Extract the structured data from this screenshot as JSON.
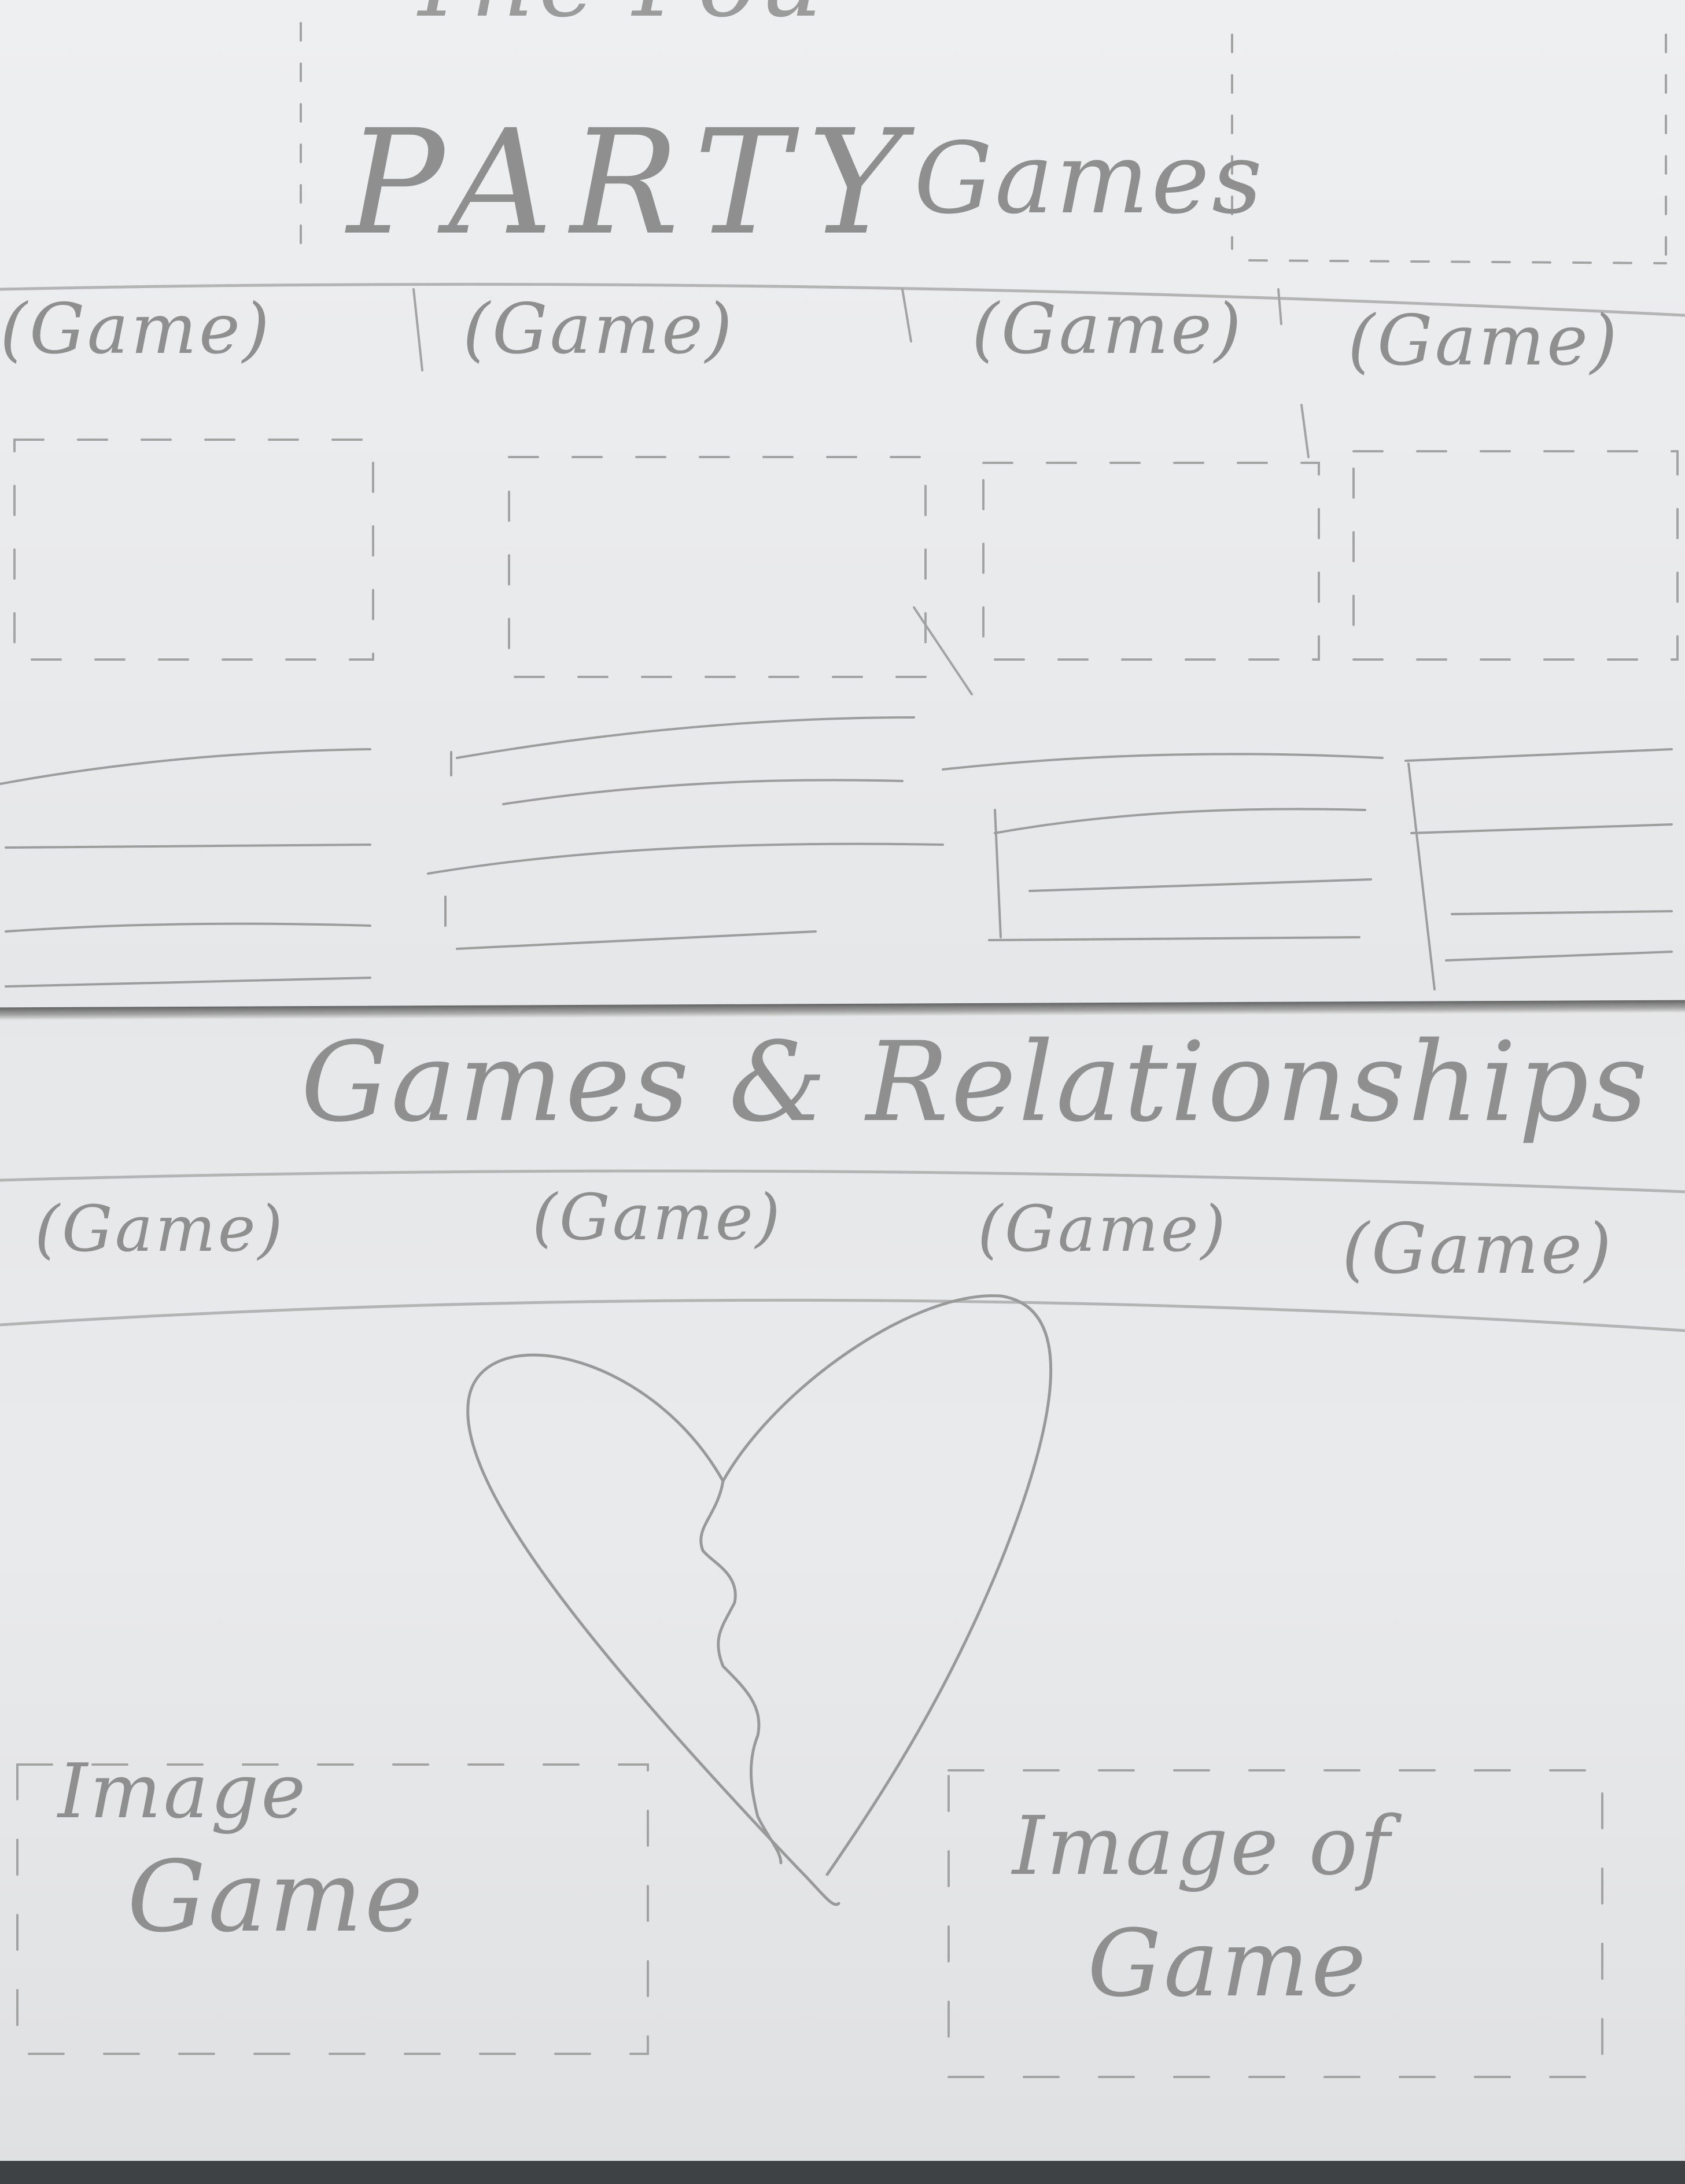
{
  "header": {
    "partial_title": "The Fou",
    "title": "PARTY",
    "subtitle": "Games"
  },
  "party_games_row": [
    "(Game)",
    "(Game)",
    "(Game)",
    "(Game)"
  ],
  "relationships_section": {
    "title": "Games & Relationships",
    "games": [
      "(Game)",
      "(Game)",
      "(Game)",
      "(Game)"
    ]
  },
  "image_left": {
    "line1": "Image",
    "line2": "Game"
  },
  "image_right": {
    "line1": "Image of",
    "line2": "Game"
  },
  "colors": {
    "paper": "#e9eaeb",
    "pencil": "#8c8c8c",
    "fold_shadow": "#4c4c4c"
  }
}
